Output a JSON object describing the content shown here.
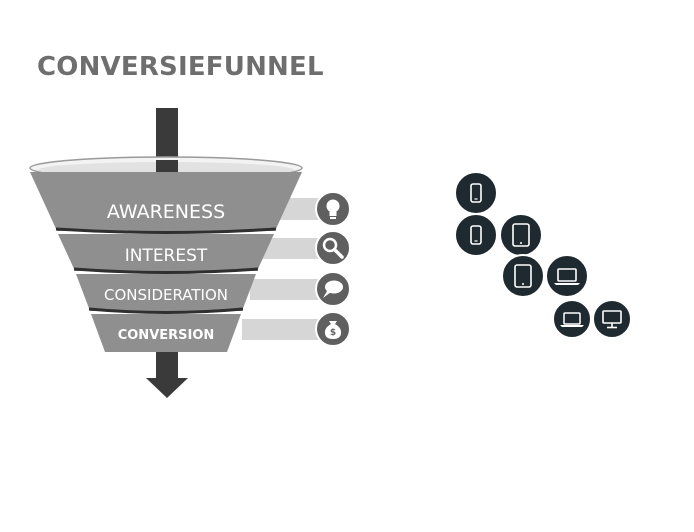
{
  "title": "CONVERSIEFUNNEL",
  "funnel": {
    "stages": [
      {
        "label": "AWARENESS",
        "icon": "lightbulb-icon"
      },
      {
        "label": "INTEREST",
        "icon": "magnifier-icon"
      },
      {
        "label": "CONSIDERATION",
        "icon": "speech-bubble-icon"
      },
      {
        "label": "CONVERSION",
        "icon": "money-bag-icon"
      }
    ]
  },
  "devices": {
    "rows": [
      [
        "smartphone-icon"
      ],
      [
        "smartphone-icon",
        "tablet-icon"
      ],
      [
        "tablet-icon",
        "laptop-icon"
      ],
      [
        "laptop-icon",
        "desktop-icon"
      ]
    ]
  },
  "colors": {
    "title": "#6e6e6e",
    "funnel_body": "#8f8f8f",
    "arrow": "#3a3a3a",
    "device_circle": "#1f2a30",
    "connector_bar": "#d6d6d6",
    "stage_icon": "#5f5f5f"
  }
}
